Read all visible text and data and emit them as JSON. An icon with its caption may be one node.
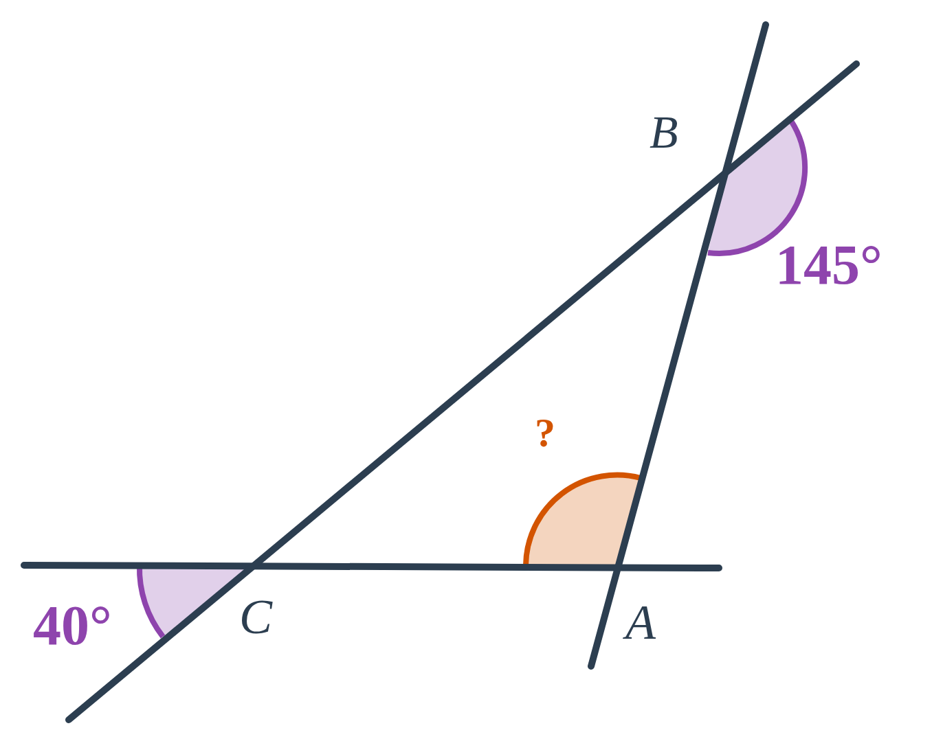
{
  "diagram": {
    "labels": [
      "B",
      "145°",
      "?",
      "40°",
      "C",
      "A"
    ]
  }
}
